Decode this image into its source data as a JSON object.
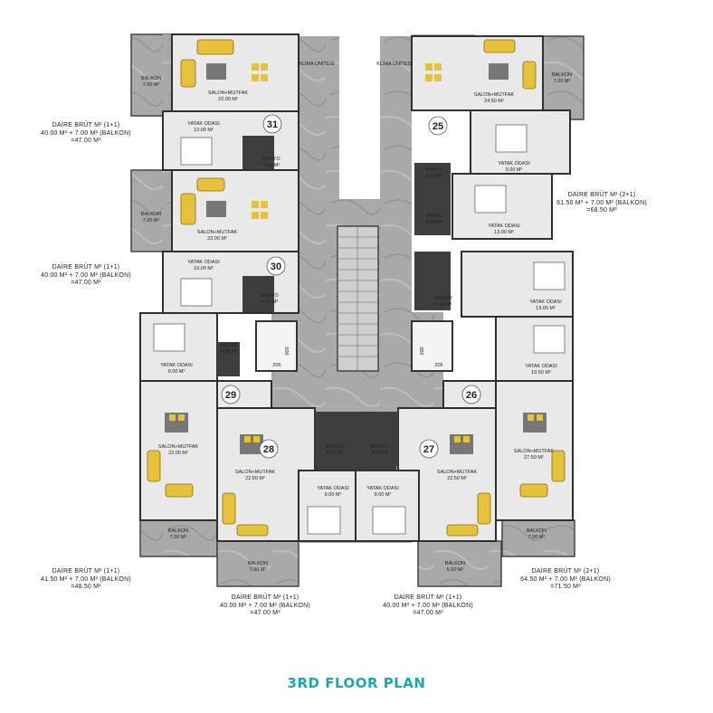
{
  "title": "3RD FLOOR PLAN",
  "units": [
    {
      "no": "31",
      "info": [
        "DAİRE BRÜT M² (1+1)",
        "40.00 M² + 7.00 M² (BALKON)",
        "=47.00 M²"
      ]
    },
    {
      "no": "30",
      "info": [
        "DAİRE BRÜT M² (1+1)",
        "40.00 M² + 7.00 M² (BALKON)",
        "=47.00 M²"
      ]
    },
    {
      "no": "29",
      "info": [
        "DAİRE BRÜT M² (1+1)",
        "41.50 M² + 7.00 M² (BALKON)",
        "=48.50 M²"
      ]
    },
    {
      "no": "28",
      "info": [
        "DAİRE BRÜT M² (1+1)",
        "40.00 M² + 7.00 M² (BALKON)",
        "=47.00 M²"
      ]
    },
    {
      "no": "27",
      "info": [
        "DAİRE BRÜT M² (1+1)",
        "40.00 M² + 7.00 M² (BALKON)",
        "=47.00 M²"
      ]
    },
    {
      "no": "26",
      "info": [
        "DAİRE BRÜT M² (2+1)",
        "64.50 M² + 7.00 M² (BALKON)",
        "=71.50 M²"
      ]
    },
    {
      "no": "25",
      "info": [
        "DAİRE BRÜT M² (2+1)",
        "61.50 M² + 7.00 M² (BALKON)",
        "=68.50 M²"
      ]
    }
  ],
  "rooms": {
    "klima": "KLİMA ÜNİTESİ",
    "u31_salon": [
      "SALON+MUTFAK",
      "22.00 M²"
    ],
    "u31_balkon": [
      "BALKON",
      "7.00 M²"
    ],
    "u31_yatak": [
      "YATAK ODASI",
      "10.00 M²"
    ],
    "u31_banyo": [
      "BANYO",
      "4.50 M²"
    ],
    "u30_salon": [
      "SALON+MUTFAK",
      "22.00 M²"
    ],
    "u30_balkon": [
      "BALKON",
      "7.00 M²"
    ],
    "u30_yatak": [
      "YATAK ODASI",
      "10.00 M²"
    ],
    "u30_banyo": [
      "BANYO",
      "4.50 M²"
    ],
    "u29_yatak": [
      "YATAK ODASI",
      "9.00 M²"
    ],
    "u29_banyo": [
      "BANYO",
      "4.50 M²"
    ],
    "u29_salon": [
      "SALON+MUTFAK",
      "22.00 M²"
    ],
    "u29_balkon": [
      "BALKON",
      "7.00 M²"
    ],
    "u28_salon": [
      "SALON+MUTFAK",
      "22.50 M²"
    ],
    "u28_yatak": [
      "YATAK ODASI",
      "9.00 M²"
    ],
    "u28_banyo": [
      "BANYO",
      "4.50 M²"
    ],
    "u28_balkon": [
      "BALKON",
      "7.00 M²"
    ],
    "u27_salon": [
      "SALON+MUTFAK",
      "22.50 M²"
    ],
    "u27_yatak": [
      "YATAK ODASI",
      "9.00 M²"
    ],
    "u27_banyo": [
      "BANYO",
      "4.50 M²"
    ],
    "u27_balkon": [
      "BALKON",
      "6.00 M²"
    ],
    "u26_yatak1": [
      "YATAK ODASI",
      "13.00 M²"
    ],
    "u26_yatak2": [
      "YATAK ODASI",
      "10.50 M²"
    ],
    "u26_banyo": [
      "BANYO",
      "5.00 M²"
    ],
    "u26_salon": [
      "SALON+MUTFAK",
      "27.50 M²"
    ],
    "u26_balkon": [
      "BALKON",
      "7.00 M²"
    ],
    "u25_salon": [
      "SALON+MUTFAK",
      "24.50 M²"
    ],
    "u25_balkon": [
      "BALKON",
      "7.00 M²"
    ],
    "u25_yatak1": [
      "YATAK ODASI",
      "9.00 M²"
    ],
    "u25_yatak2": [
      "YATAK ODASI",
      "13.00 M²"
    ],
    "u25_banyo1": [
      "BANYO",
      "4.50 M²"
    ],
    "u25_banyo2": [
      "BANYO",
      "4.00 M²"
    ],
    "elevator_dims": [
      "200",
      "205",
      "500"
    ]
  }
}
